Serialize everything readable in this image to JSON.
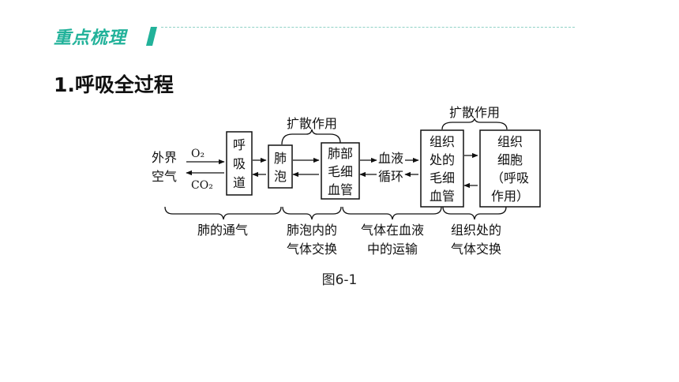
{
  "header": {
    "title": "重点梳理"
  },
  "section": {
    "title": "1.呼吸全过程"
  },
  "diagram": {
    "outside_label": [
      "外界",
      "空气"
    ],
    "gas_top": "O₂",
    "gas_bottom": "CO₂",
    "airway": [
      "呼",
      "吸",
      "道"
    ],
    "alveoli": [
      "肺",
      "泡"
    ],
    "lung_capillary": [
      "肺部",
      "毛细",
      "血管"
    ],
    "blood_circulation": [
      "血液",
      "循环"
    ],
    "tissue_capillary": [
      "组织",
      "处的",
      "毛细",
      "血管"
    ],
    "tissue_cell": [
      "组织",
      "细胞",
      "（呼吸",
      "作用）"
    ],
    "diffusion_left": "扩散作用",
    "diffusion_right": "扩散作用",
    "stage_1": [
      "肺的通气"
    ],
    "stage_2": [
      "肺泡内的",
      "气体交换"
    ],
    "stage_3": [
      "气体在血液",
      "中的运输"
    ],
    "stage_4": [
      "组织处的",
      "气体交换"
    ]
  },
  "caption": "图6-1",
  "colors": {
    "accent": "#22b29a"
  }
}
